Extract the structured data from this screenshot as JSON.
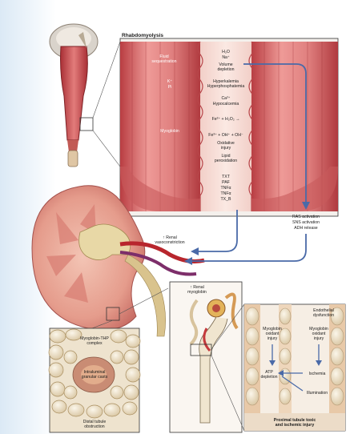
{
  "title": "Rhabdomyolysis",
  "fluid": {
    "line1": "Fluid",
    "line2": "sequestration"
  },
  "top_ions": {
    "h2o": "H₂O",
    "nacl": "Na⁺"
  },
  "volume": {
    "line1": "Volume",
    "line2": "depletion"
  },
  "k_pi": {
    "k": "K⁺",
    "pi": "Pi"
  },
  "hyperkal": {
    "line1": "Hyperkalemia",
    "line2": "Hyperphosphatemia"
  },
  "ca": "Ca²⁺",
  "hypocal": "Hypocalcemia",
  "myoglobin_label": "Myoglobin",
  "fe_reaction": "Fe²⁺ + H₂O₂ →",
  "fe_reaction2": "Fe³⁺ + OH⁺ + OH⁻",
  "oxidative": {
    "line1": "Oxidative",
    "line2": "injury"
  },
  "lipid": {
    "line1": "Lipid",
    "line2": "peroxidation"
  },
  "mediators": [
    "TXT",
    "PAF",
    "TNFα",
    "TNFα",
    "TX_B"
  ],
  "activation": [
    "RAS activation",
    "SNS activation",
    "ADH release"
  ],
  "renal_vaso": {
    "line1": "↑ Renal",
    "line2": "vasoconstriction"
  },
  "renal_myo": {
    "line1": "↑ Renal",
    "line2": "myoglobin"
  },
  "cast_box": {
    "line1": "Myoglobin-THP",
    "line2": "complex",
    "line3": "Intraluminal",
    "line4": "granular casts",
    "footer1": "Distal tubule",
    "footer2": "obstruction"
  },
  "tubule_box": {
    "endo1": "Endothelial",
    "endo2": "dysfunction",
    "myo_oxidant_1": "Myoglobin",
    "myo_oxidant_2": "oxidant",
    "myo_oxidant_3": "injury",
    "myo_oxidant_b1": "Myoglobin",
    "myo_oxidant_b2": "oxidant",
    "myo_oxidant_b3": "injury",
    "atp1": "ATP",
    "atp2": "depletion",
    "ischemia": "Ischemia",
    "illumination": "Illumination",
    "footer1": "Proximal tubule toxic",
    "footer2": "and ischemic injury"
  },
  "colors": {
    "muscle": "#c3494c",
    "accent": "#4a6aa8",
    "bg_left": "#dbe9f5"
  }
}
